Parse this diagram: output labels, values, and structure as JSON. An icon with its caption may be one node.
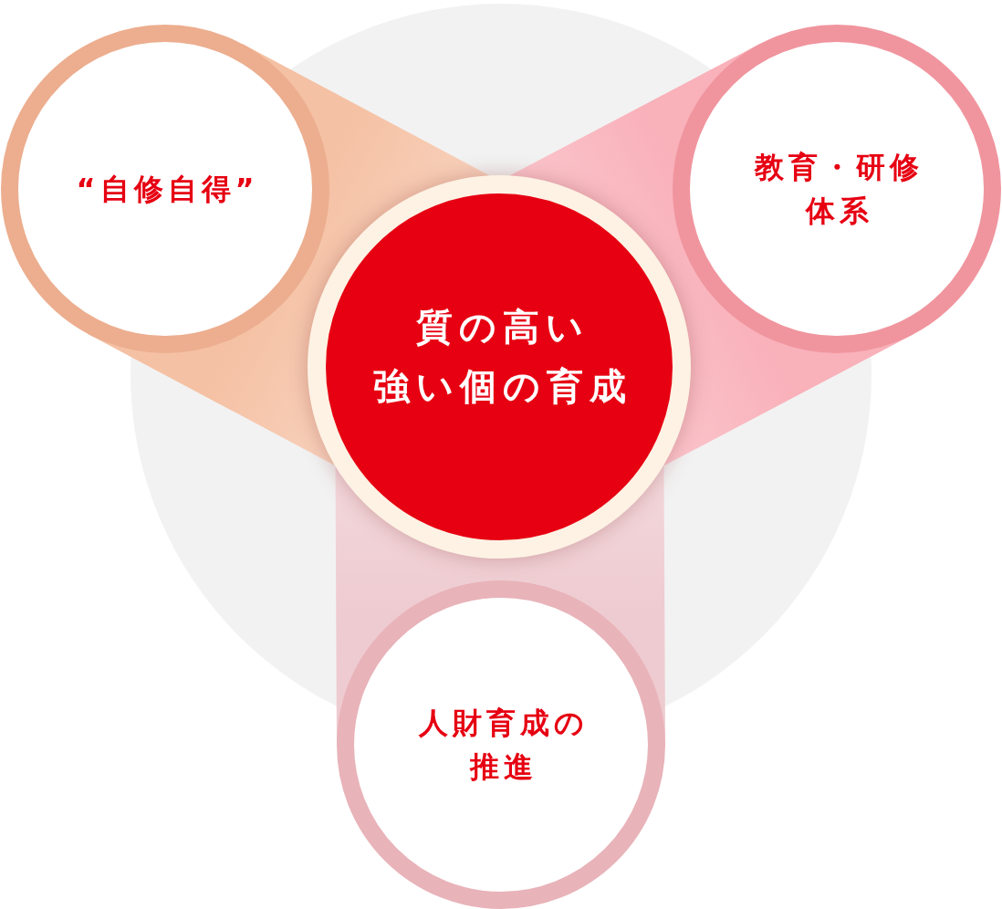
{
  "diagram": {
    "nodes": [
      {
        "text": [
          "“自修自得”"
        ]
      },
      {
        "text": [
          "教育・研修体系"
        ]
      },
      {
        "text": [
          "質の高い強い個の育成"
        ]
      },
      {
        "text": [
          "人財育成の推進"
        ]
      }
    ],
    "edges": [
      {
        "from": 0,
        "to": 2,
        "arrow": "none",
        "style": "thick",
        "color": "#f5c1a4"
      },
      {
        "from": 1,
        "to": 2,
        "arrow": "none",
        "style": "thick",
        "color": "#f9b1ba"
      },
      {
        "from": 3,
        "to": 2,
        "arrow": "none",
        "style": "thick",
        "color": "#eecbd0"
      }
    ]
  }
}
